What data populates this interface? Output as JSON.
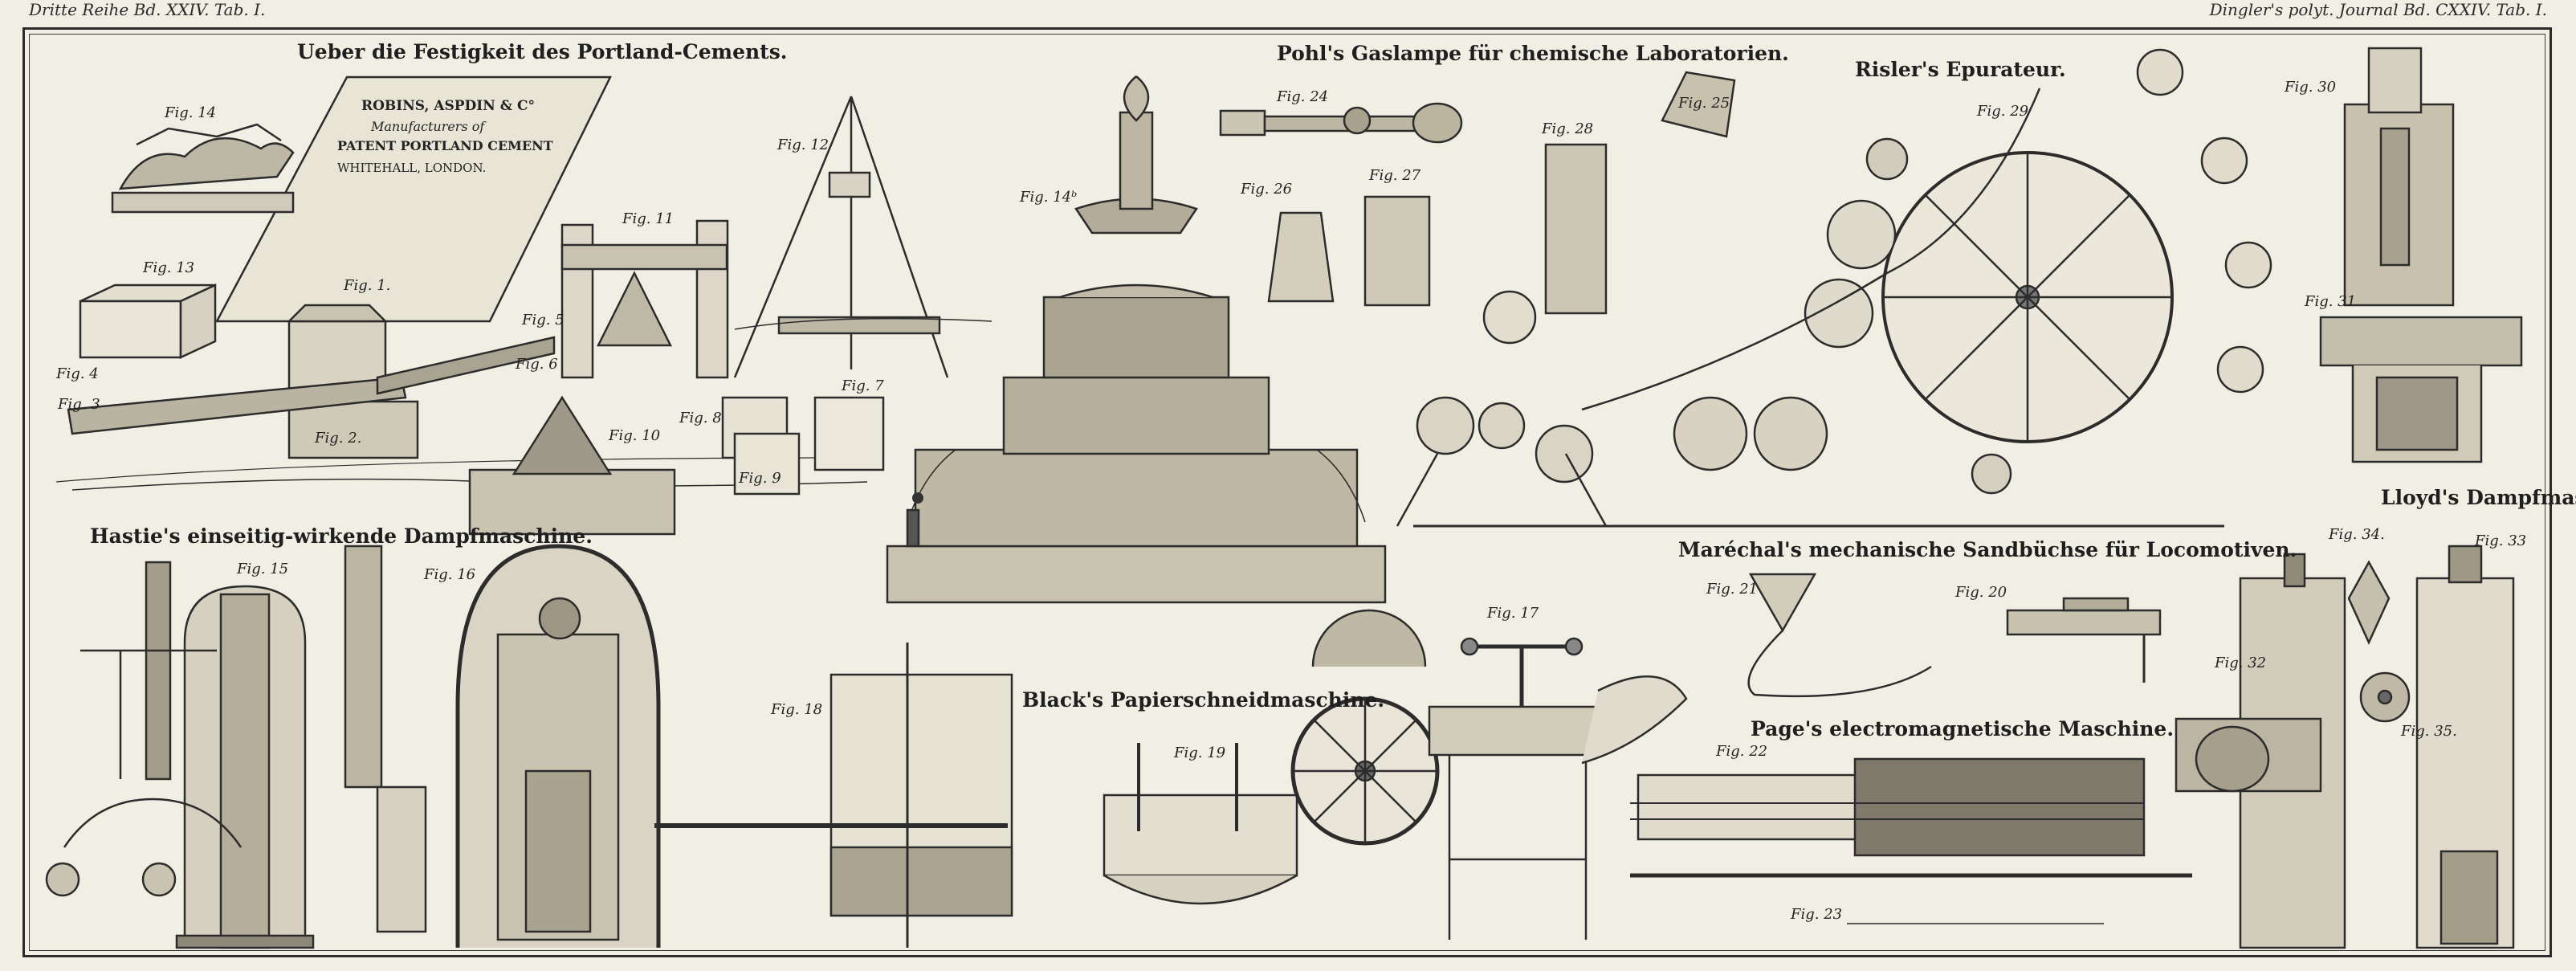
{
  "header": {
    "left": "Dritte Reihe Bd. XXIV. Tab. I.",
    "right": "Dingler's polyt. Journal Bd. CXXIV. Tab. I."
  },
  "titles": {
    "portland": "Ueber die Festigkeit des Portland-Cements.",
    "pohl": "Pohl's Gaslampe für chemische Laboratorien.",
    "risler": "Risler's Epurateur.",
    "hastie": "Hastie's einseitig-wirkende Dampfmaschine.",
    "lloyd": "Lloyd's Dampfmaschine.",
    "marechal": "Maréchal's mechanische Sandbüchse für Locomotiven.",
    "black": "Black's Papierschneidmaschine.",
    "page": "Page's electromagnetische Maschine."
  },
  "advert": {
    "line1": "ROBINS, ASPDIN & C°",
    "line2": "Manufacturers of",
    "line3": "PATENT PORTLAND CEMENT",
    "line4": "WHITEHALL, LONDON."
  },
  "figures": {
    "f14": "Fig. 14",
    "f13": "Fig. 13",
    "f1": "Fig. 1.",
    "f2": "Fig. 2.",
    "f3": "Fig. 3",
    "f4": "Fig. 4",
    "f5": "Fig. 5",
    "f6": "Fig. 6",
    "f7": "Fig. 7",
    "f8": "Fig. 8",
    "f9": "Fig. 9",
    "f10": "Fig. 10",
    "f11": "Fig. 11",
    "f12": "Fig. 12",
    "f14b": "Fig. 14ᵇ",
    "f24": "Fig. 24",
    "f26": "Fig. 26",
    "f27": "Fig. 27",
    "f28": "Fig. 28",
    "f25": "Fig. 25",
    "f29": "Fig. 29",
    "f30": "Fig. 30",
    "f31": "Fig. 31",
    "f15": "Fig. 15",
    "f16": "Fig. 16",
    "f18": "Fig. 18",
    "f19": "Fig. 19",
    "f17": "Fig. 17",
    "f21": "Fig. 21",
    "f20": "Fig. 20",
    "f22": "Fig. 22",
    "f23": "Fig. 23",
    "f32": "Fig. 32",
    "f33": "Fig. 33",
    "f34": "Fig. 34.",
    "f35": "Fig. 35."
  }
}
